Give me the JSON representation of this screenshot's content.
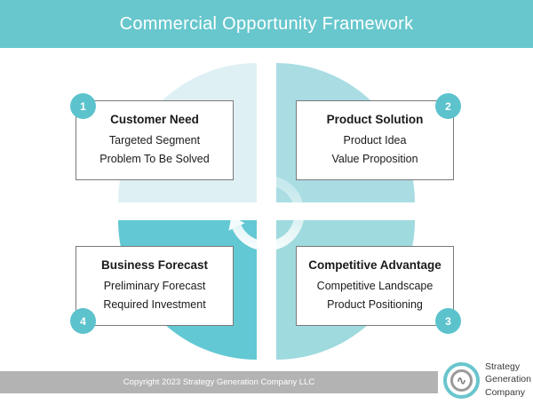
{
  "header": {
    "title": "Commercial Opportunity Framework"
  },
  "quadrants": [
    {
      "number": "1",
      "title": "Customer Need",
      "lines": [
        "Targeted Segment",
        "Problem To Be Solved"
      ]
    },
    {
      "number": "2",
      "title": "Product Solution",
      "lines": [
        "Product Idea",
        "Value Proposition"
      ]
    },
    {
      "number": "4",
      "title": "Business Forecast",
      "lines": [
        "Preliminary Forecast",
        "Required Investment"
      ]
    },
    {
      "number": "3",
      "title": "Competitive Advantage",
      "lines": [
        "Competitive Landscape",
        "Product Positioning"
      ]
    }
  ],
  "footer": {
    "copyright": "Copyright 2023 Strategy Generation Company LLC",
    "logo": {
      "glyph": "∿",
      "line1": "Strategy",
      "line2": "Generation",
      "line3": "Company"
    }
  },
  "colors": {
    "header_bg": "#67c7cd",
    "badge_bg": "#5cc3cd",
    "quadrant_tl": "#def0f3",
    "quadrant_tr": "#a9dde3",
    "quadrant_bl": "#62c8d3",
    "quadrant_br": "#9edade",
    "footer_bar_bg": "#b3b3b3",
    "logo_ring_outer": "#6ac5cd",
    "logo_ring_inner": "#9a9a9a",
    "box_border": "#7a7a7a"
  }
}
